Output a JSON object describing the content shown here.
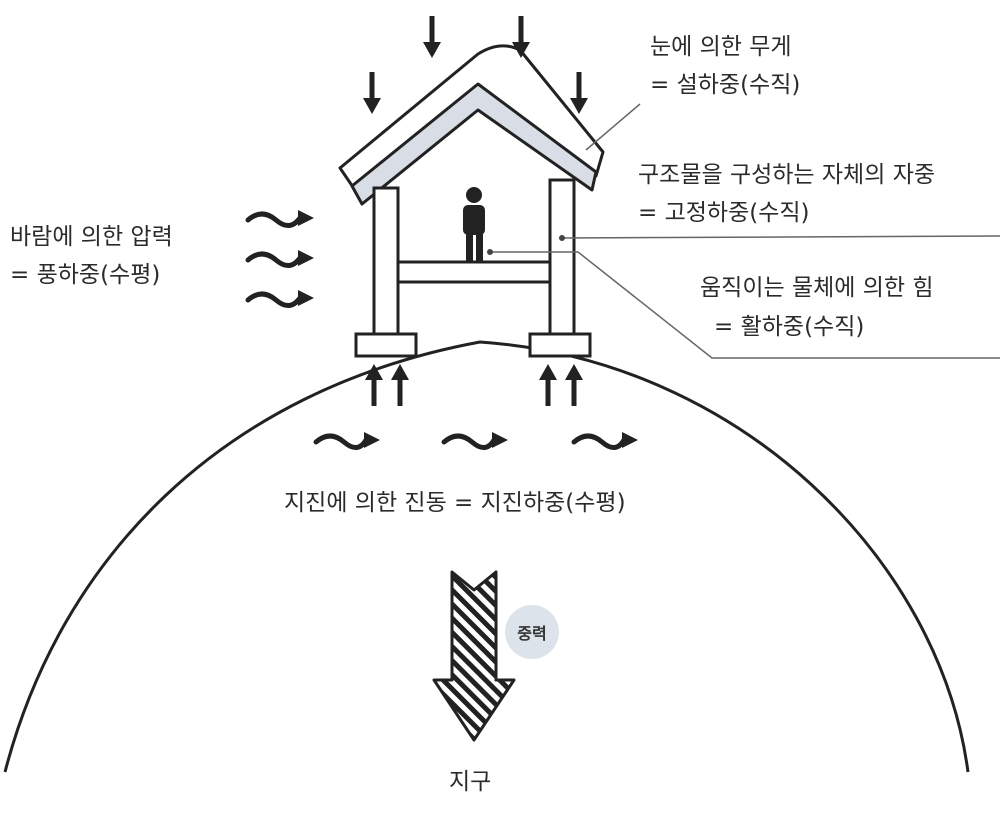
{
  "labels": {
    "snow_line1": "눈에 의한 무게",
    "snow_line2": "= 설하중(수직)",
    "dead_line1": "구조물을 구성하는 자체의 자중",
    "dead_line2": "= 고정하중(수직)",
    "wind_line1": "바람에 의한 압력",
    "wind_line2": "= 풍하중(수평)",
    "live_line1": "움직이는 물체에 의한 힘",
    "live_line2": "= 활하중(수직)",
    "quake": "지진에 의한 진동 = 지진하중(수평)",
    "gravity": "중력",
    "earth": "지구"
  },
  "colors": {
    "line": "#222222",
    "roof_fill": "#d8dde6",
    "badge": "#dde3ea",
    "leader": "#666666"
  }
}
